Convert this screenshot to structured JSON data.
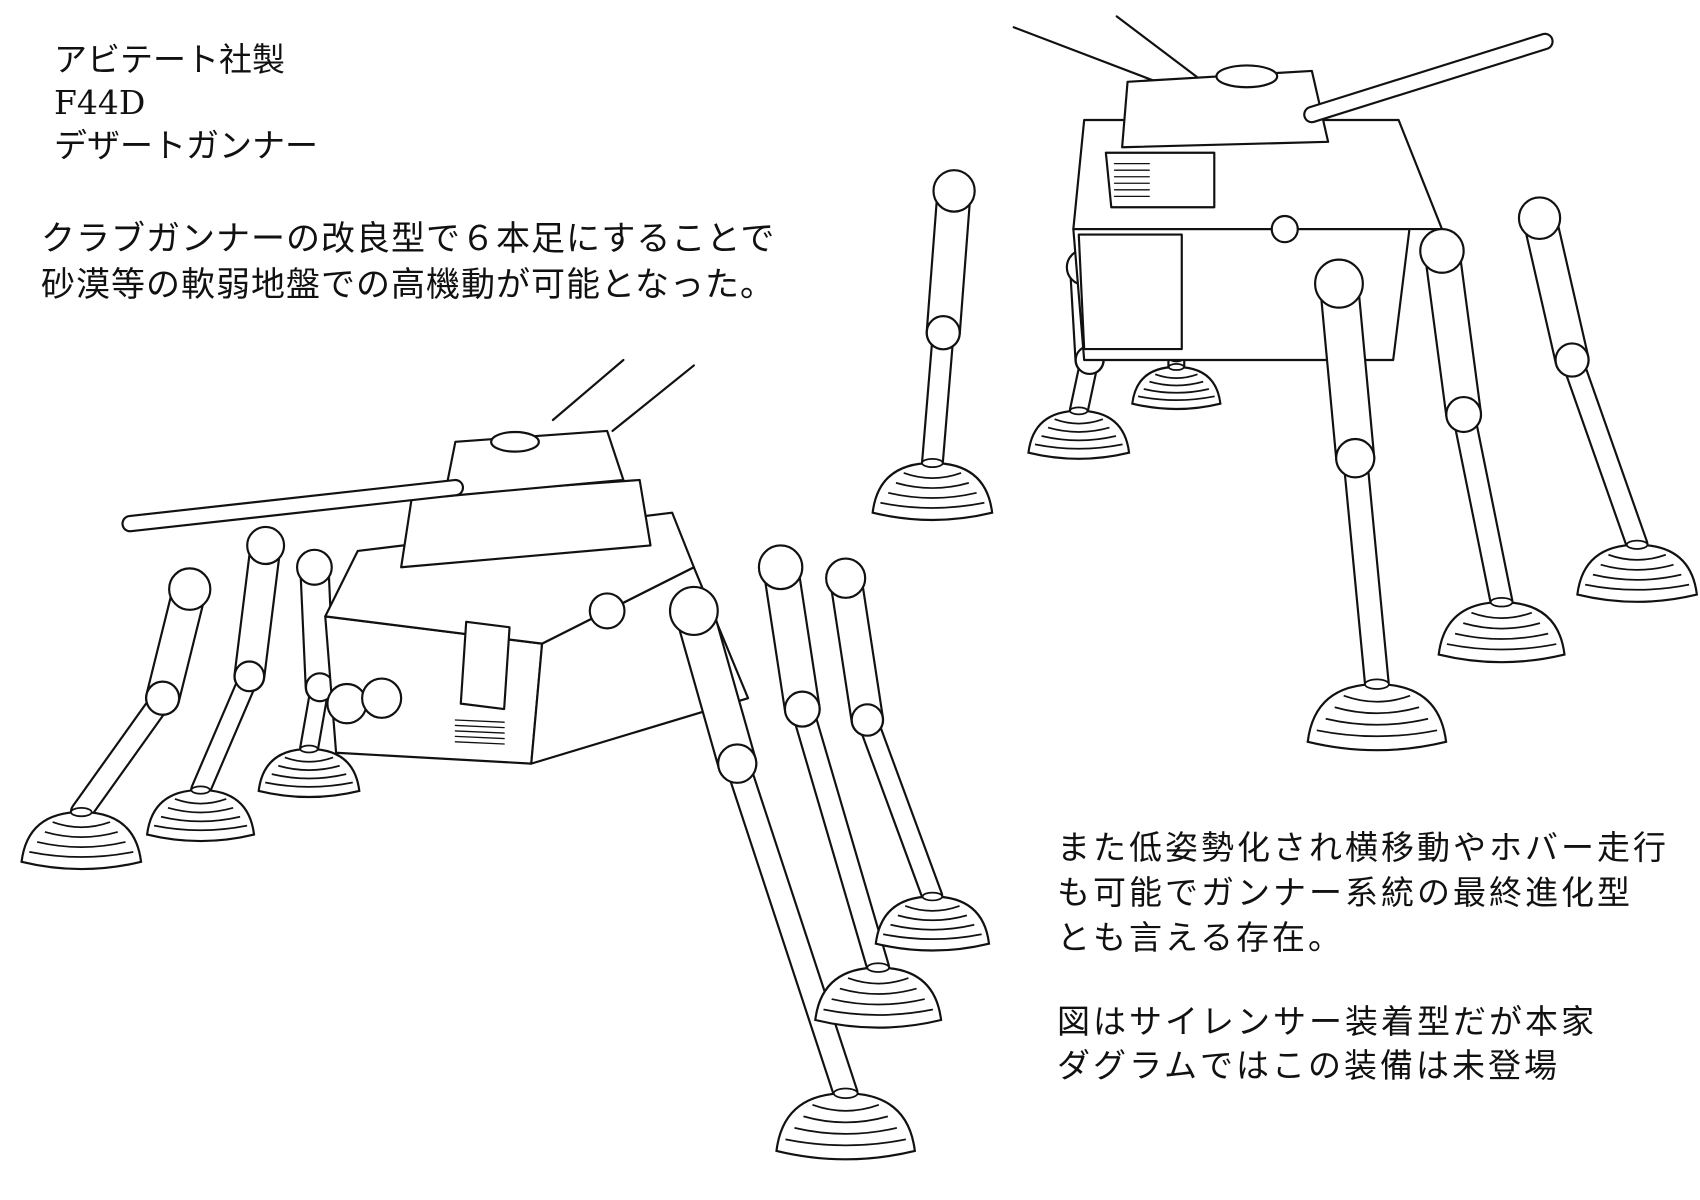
{
  "header": {
    "maker": "アビテート社製",
    "model": "F44D",
    "name": "デザートガンナー"
  },
  "description": [
    "クラブガンナーの改良型で６本足にすることで",
    "砂漠等の軟弱地盤での高機動が可能となった。"
  ],
  "notes": [
    "また低姿勢化され横移動やホバー走行",
    "も可能でガンナー系統の最終進化型",
    "とも言える存在。"
  ],
  "footnote": [
    "図はサイレンサー装着型だが本家",
    "ダグラムではこの装備は未登場"
  ],
  "colors": {
    "ink": "#111111",
    "paper": "#ffffff"
  }
}
